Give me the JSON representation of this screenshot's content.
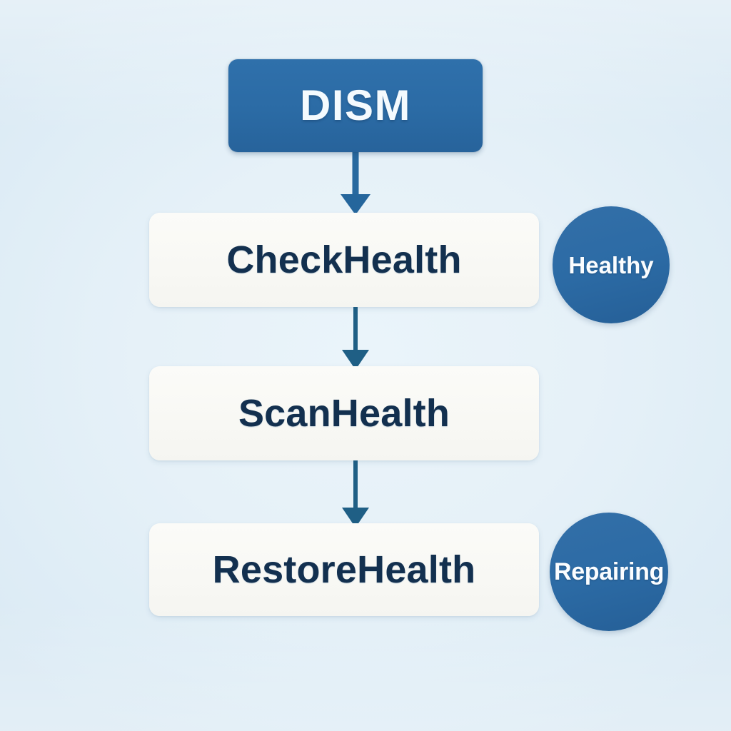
{
  "diagram": {
    "title": "DISM",
    "background_color": "#e3f0f7",
    "header": {
      "label": "DISM",
      "fill_color": "#2c6ba5",
      "text_color": "#f4fafe"
    },
    "steps": [
      {
        "label": "CheckHealth",
        "fill_color": "#f8f8f5",
        "text_color": "#13304f"
      },
      {
        "label": "ScanHealth",
        "fill_color": "#f8f8f5",
        "text_color": "#13304f"
      },
      {
        "label": "RestoreHealth",
        "fill_color": "#f8f8f5",
        "text_color": "#13304f"
      }
    ],
    "connectors": [
      {
        "from": "DISM",
        "to": "CheckHealth",
        "kind": "down-arrow",
        "color": "#28699f"
      },
      {
        "from": "CheckHealth",
        "to": "ScanHealth",
        "kind": "down-arrow",
        "color": "#1f5f85"
      },
      {
        "from": "ScanHealth",
        "to": "RestoreHealth",
        "kind": "down-arrow",
        "color": "#1f5f85"
      }
    ],
    "status_badges": [
      {
        "label": "Healthy",
        "attached_to": "CheckHealth",
        "fill_color": "#2c6ba5",
        "text_color": "#fbfdff"
      },
      {
        "label": "Repairing",
        "attached_to": "RestoreHealth",
        "fill_color": "#2c6ba5",
        "text_color": "#fbfdff"
      }
    ]
  }
}
